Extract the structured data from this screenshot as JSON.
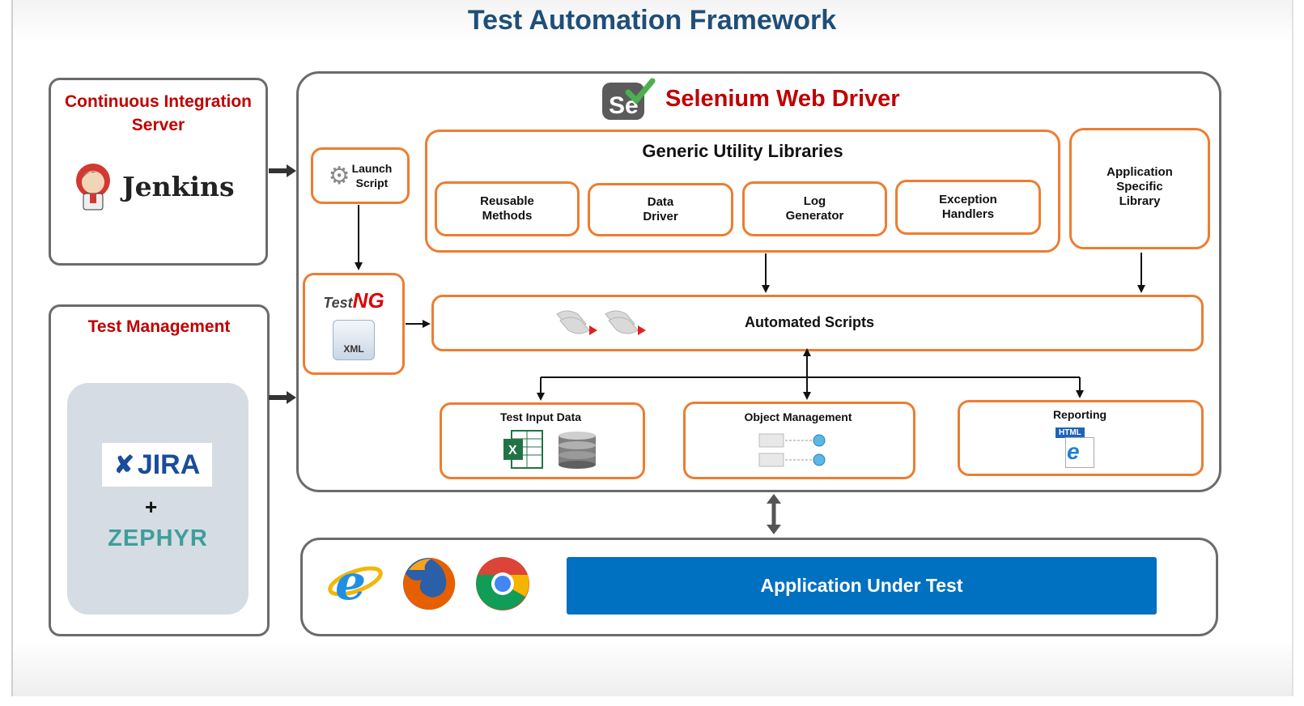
{
  "title": "Test Automation Framework",
  "ci": {
    "title": "Continuous Integration\nServer",
    "tool": "Jenkins"
  },
  "tm": {
    "title": "Test Management",
    "jira": "JIRA",
    "plus": "+",
    "zephyr": "ZEPHYR"
  },
  "selenium": {
    "title": "Selenium Web Driver",
    "logo": "Se"
  },
  "launch": {
    "label": "Launch\nScript"
  },
  "testng": {
    "logo_test": "Test",
    "logo_ng": "NG",
    "xml": "XML"
  },
  "generic": {
    "title": "Generic Utility Libraries",
    "items": [
      "Reusable\nMethods",
      "Data\nDriver",
      "Log\nGenerator",
      "Exception\nHandlers"
    ]
  },
  "app_lib": {
    "label": "Application\nSpecific\nLibrary"
  },
  "scripts": {
    "label": "Automated Scripts"
  },
  "test_input": {
    "label": "Test Input Data",
    "excel": "X"
  },
  "object_mgmt": {
    "label": "Object Management"
  },
  "reporting": {
    "label": "Reporting",
    "html": "HTML"
  },
  "aut": {
    "label": "Application Under Test"
  },
  "browsers": [
    "internet-explorer",
    "firefox",
    "chrome"
  ],
  "colors": {
    "orange": "#ed7d31",
    "title_blue": "#1f4e79",
    "red": "#c00000",
    "aut_blue": "#0070c0"
  }
}
